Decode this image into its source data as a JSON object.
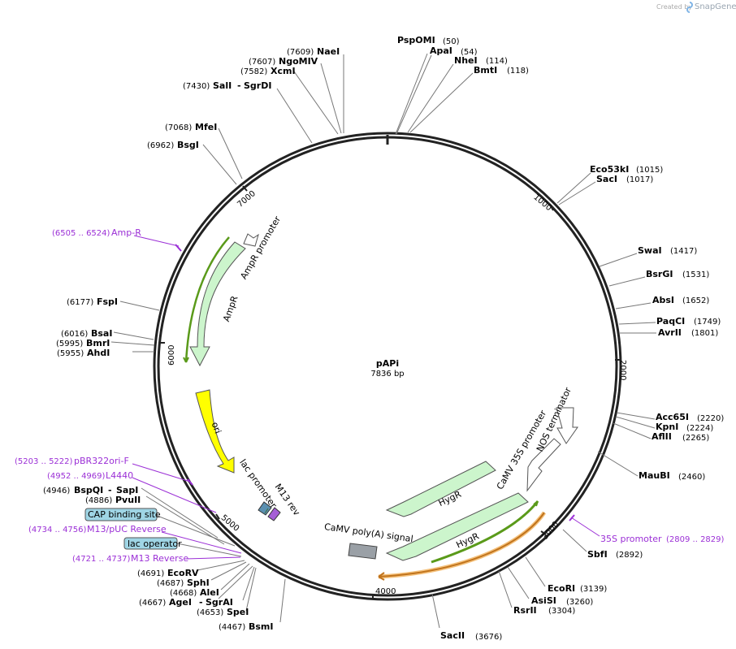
{
  "credit": {
    "label": "Created by",
    "brand": "SnapGene"
  },
  "plasmid": {
    "name": "pAPi",
    "size": "7836 bp"
  },
  "ticks": [
    "1000",
    "2000",
    "3000",
    "4000",
    "5000",
    "6000",
    "7000"
  ],
  "sites": [
    {
      "name": "PspOMI",
      "pos": "(50)"
    },
    {
      "name": "ApaI",
      "pos": "(54)"
    },
    {
      "name": "NheI",
      "pos": "(114)"
    },
    {
      "name": "BmtI",
      "pos": "(118)"
    },
    {
      "name": "Eco53kI",
      "pos": "(1015)"
    },
    {
      "name": "SacI",
      "pos": "(1017)"
    },
    {
      "name": "SwaI",
      "pos": "(1417)"
    },
    {
      "name": "BsrGI",
      "pos": "(1531)"
    },
    {
      "name": "AbsI",
      "pos": "(1652)"
    },
    {
      "name": "PaqCI",
      "pos": "(1749)"
    },
    {
      "name": "AvrII",
      "pos": "(1801)"
    },
    {
      "name": "Acc65I",
      "pos": "(2220)"
    },
    {
      "name": "KpnI",
      "pos": "(2224)"
    },
    {
      "name": "AflII",
      "pos": "(2265)"
    },
    {
      "name": "MauBI",
      "pos": "(2460)"
    },
    {
      "name": "SbfI",
      "pos": "(2892)"
    },
    {
      "name": "EcoRI",
      "pos": "(3139)"
    },
    {
      "name": "AsiSI",
      "pos": "(3260)"
    },
    {
      "name": "RsrII",
      "pos": "(3304)"
    },
    {
      "name": "SacII",
      "pos": "(3676)"
    },
    {
      "name": "BsmI",
      "pos": "(4467)"
    },
    {
      "name": "SpeI",
      "pos": "(4653)"
    },
    {
      "name": "AgeI",
      "pos": "(4667)"
    },
    {
      "name": "SgrAI",
      "pos": ""
    },
    {
      "name": "AleI",
      "pos": "(4668)"
    },
    {
      "name": "SphI",
      "pos": "(4687)"
    },
    {
      "name": "EcoRV",
      "pos": "(4691)"
    },
    {
      "name": "PvuII",
      "pos": "(4886)"
    },
    {
      "name": "BspQI",
      "pos": "(4946)"
    },
    {
      "name": "SapI",
      "pos": ""
    },
    {
      "name": "AhdI",
      "pos": "(5955)"
    },
    {
      "name": "BmrI",
      "pos": "(5995)"
    },
    {
      "name": "BsaI",
      "pos": "(6016)"
    },
    {
      "name": "FspI",
      "pos": "(6177)"
    },
    {
      "name": "BsgI",
      "pos": "(6962)"
    },
    {
      "name": "MfeI",
      "pos": "(7068)"
    },
    {
      "name": "SalI",
      "pos": "(7430)"
    },
    {
      "name": "SgrDI",
      "pos": ""
    },
    {
      "name": "XcmI",
      "pos": "(7582)"
    },
    {
      "name": "NgoMIV",
      "pos": "(7607)"
    },
    {
      "name": "NaeI",
      "pos": "(7609)"
    }
  ],
  "primers": [
    {
      "name": "Amp-R",
      "range": "(6505 .. 6524)"
    },
    {
      "name": "pBR322ori-F",
      "range": "(5203 .. 5222)"
    },
    {
      "name": "L4440",
      "range": "(4952 .. 4969)"
    },
    {
      "name": "M13/pUC Reverse",
      "range": "(4734 .. 4756)"
    },
    {
      "name": "M13 Reverse",
      "range": "(4721 .. 4737)"
    },
    {
      "name": "35S promoter",
      "range": "(2809 .. 2829)"
    }
  ],
  "features": {
    "ampr": "AmpR",
    "ampr_promoter": "AmpR promoter",
    "ori": "ori",
    "lac_promoter": "lac promoter",
    "m13_rev": "M13 rev",
    "cap_site": "CAP binding site",
    "lac_operator": "lac operator",
    "hygr_1": "HygR",
    "hygr_2": "HygR",
    "camv_35s": "CaMV 35S promoter",
    "nos_term": "NOS terminator",
    "camv_polya": "CaMV poly(A) signal"
  },
  "colors": {
    "backbone": "#222222",
    "primer": "#9b2fd6",
    "hygr_fill": "#ccf5cc",
    "ori_fill": "#ffff00",
    "promoter_fill": "#ffffff",
    "polya_fill": "#9aa0a6",
    "site_box_fill": "#9fd5e5",
    "green_line": "#4a8f1a",
    "orange_line": "#c0731c"
  }
}
